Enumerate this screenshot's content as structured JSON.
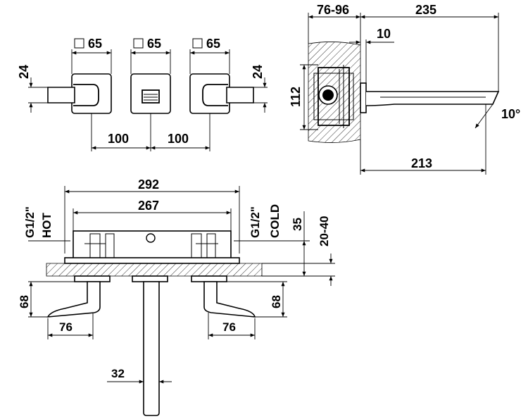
{
  "front_view": {
    "handle_left_label": "65",
    "handle_mid_label": "65",
    "handle_right_label": "65",
    "height_left": "24",
    "height_right": "24",
    "spacing_left": "100",
    "spacing_right": "100"
  },
  "side_view": {
    "wall_range": "76-96",
    "spout_length": "235",
    "plate_depth": "10",
    "body_height": "112",
    "reach": "213",
    "angle": "10°"
  },
  "plan_view": {
    "overall_width": "292",
    "inner_width": "267",
    "hot_thread": "G1/2\"",
    "hot_label": "HOT",
    "cold_thread": "G1/2\"",
    "cold_label": "COLD",
    "depth_35": "35",
    "depth_range": "20-40",
    "lever_height_left": "68",
    "lever_height_right": "68",
    "lever_len_left": "76",
    "lever_len_right": "76",
    "spout_diam": "32"
  }
}
